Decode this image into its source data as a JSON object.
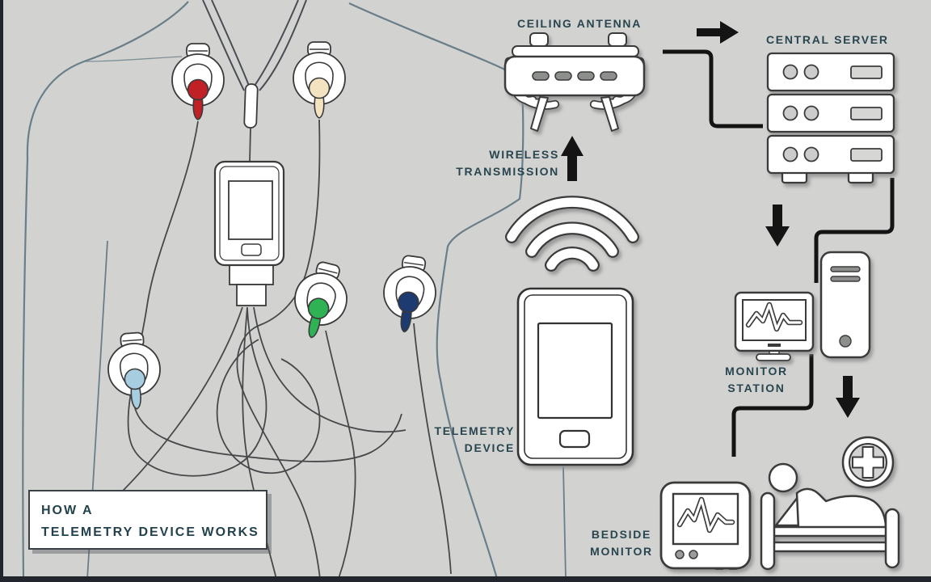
{
  "title_box": {
    "line1": "HOW A",
    "line2": "TELEMETRY DEVICE WORKS"
  },
  "nodes": {
    "ceiling_antenna": {
      "label": "CEILING ANTENNA",
      "icon": "antenna-icon"
    },
    "central_server": {
      "label": "CENTRAL SERVER",
      "icon": "server-rack-icon"
    },
    "wireless_transmission": {
      "line1": "WIRELESS",
      "line2": "TRANSMISSION",
      "icon": "arrow-up-icon"
    },
    "telemetry_device": {
      "line1": "TELEMETRY",
      "line2": "DEVICE",
      "icon": "telemetry-device-icon"
    },
    "monitor_station": {
      "line1": "MONITOR",
      "line2": "STATION",
      "icon": "monitor-station-icon"
    },
    "bedside_monitor": {
      "line1": "BEDSIDE",
      "line2": "MONITOR",
      "icon": "bedside-monitor-icon"
    },
    "patient_bed": {
      "icon": "hospital-bed-icon"
    },
    "medical_cross": {
      "icon": "medical-cross-icon"
    },
    "wifi": {
      "icon": "wifi-icon"
    }
  },
  "electrodes": [
    {
      "name": "electrode-red",
      "color": "#bf2127"
    },
    {
      "name": "electrode-cream",
      "color": "#f4e3c1"
    },
    {
      "name": "electrode-green",
      "color": "#2eb254"
    },
    {
      "name": "electrode-navy",
      "color": "#1d3a71"
    },
    {
      "name": "electrode-light-blue",
      "color": "#a7cde0"
    }
  ],
  "colors": {
    "background": "#d2d3d1",
    "label_text": "#29454f",
    "outline": "#3a3a3a",
    "flow_black": "#141414",
    "body_line": "#6a7e89",
    "frame_edge": "#23252d"
  }
}
